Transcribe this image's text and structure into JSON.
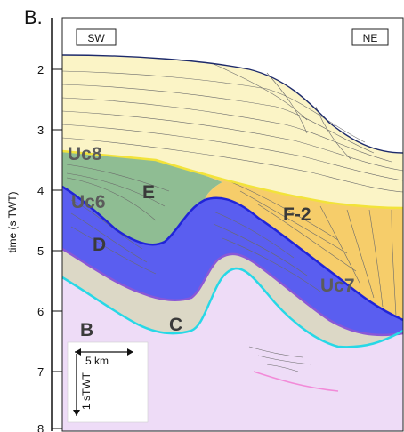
{
  "figure": {
    "panel_label": "B.",
    "direction_left": "SW",
    "direction_right": "NE",
    "y_axis_title": "time (s TWT)",
    "y_ticks": [
      "2",
      "3",
      "4",
      "5",
      "6",
      "7",
      "8"
    ]
  },
  "units": {
    "uc8": "Uc8",
    "uc6": "Uc6",
    "uc7": "Uc7",
    "e": "E",
    "d": "D",
    "c": "C",
    "b": "B",
    "f2": "F-2"
  },
  "scale_bar": {
    "horizontal": "5 km",
    "vertical": "1 sTWT"
  },
  "colors": {
    "upper_fill": "#fbf4c6",
    "f2_fill": "#f6cd6a",
    "e_fill": "#8fbd93",
    "d_fill": "#5a5ef0",
    "c_fill": "#dcd8c6",
    "b_fill": "#eedcf7",
    "uc8_horizon": "#f2e33a",
    "uc6_horizon": "#2024d8",
    "uc7_horizon": "#8a57d6",
    "base_horizon": "#27d8e6",
    "pink_reflector": "#f28ad8"
  }
}
